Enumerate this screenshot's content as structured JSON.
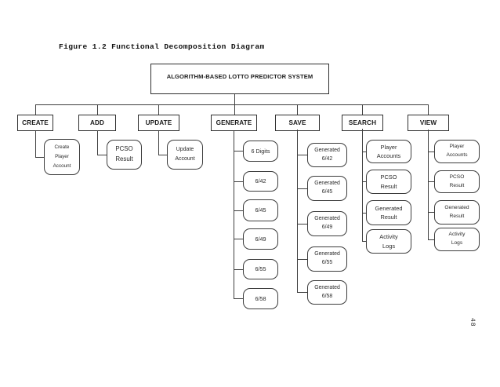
{
  "page": {
    "figure_caption": "Figure 1.2 Functional Decomposition Diagram",
    "page_number": "48"
  },
  "colors": {
    "line": "#3f3f3f",
    "box_border": "#2e2e2e",
    "text": "#1f1f1f",
    "background": "#ffffff"
  },
  "diagram": {
    "root": {
      "label": "ALGORITHM-BASED LOTTO PREDICTOR SYSTEM"
    },
    "branches": [
      {
        "label": "CREATE",
        "children": [
          {
            "label": "Create\nPlayer\nAccount"
          }
        ]
      },
      {
        "label": "ADD",
        "children": [
          {
            "label": "PCSO\nResult"
          }
        ]
      },
      {
        "label": "UPDATE",
        "children": [
          {
            "label": "Update\nAccount"
          }
        ]
      },
      {
        "label": "GENERATE",
        "children": [
          {
            "label": "6 Digits"
          },
          {
            "label": "6/42"
          },
          {
            "label": "6/45"
          },
          {
            "label": "6/49"
          },
          {
            "label": "6/55"
          },
          {
            "label": "6/58"
          }
        ]
      },
      {
        "label": "SAVE",
        "children": [
          {
            "label": "Generated\n6/42"
          },
          {
            "label": "Generated\n6/45"
          },
          {
            "label": "Generated\n6/49"
          },
          {
            "label": "Generated\n6/55"
          },
          {
            "label": "Generated\n6/58"
          }
        ]
      },
      {
        "label": "SEARCH",
        "children": [
          {
            "label": "Player\nAccounts"
          },
          {
            "label": "PCSO\nResult"
          },
          {
            "label": "Generated\nResult"
          },
          {
            "label": "Activity\nLogs"
          }
        ]
      },
      {
        "label": "VIEW",
        "children": [
          {
            "label": "Player\nAccounts"
          },
          {
            "label": "PCSO\nResult"
          },
          {
            "label": "Generated\nResult"
          },
          {
            "label": "Activity\nLogs"
          }
        ]
      }
    ]
  }
}
